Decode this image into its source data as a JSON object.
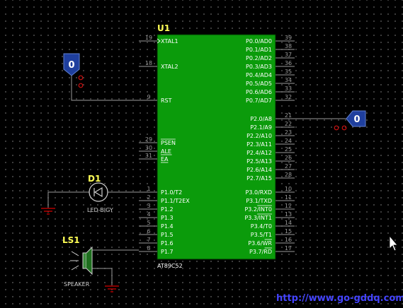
{
  "chip": {
    "ref": "U1",
    "part": "AT89C52",
    "left_pins": [
      {
        "num": "19",
        "name": "XTAL1"
      },
      {
        "num": "18",
        "name": "XTAL2"
      },
      {
        "num": "9",
        "name": "RST"
      },
      {
        "num": "29",
        "name": "PSEN"
      },
      {
        "num": "30",
        "name": "ALE"
      },
      {
        "num": "31",
        "name": "EA"
      },
      {
        "num": "1",
        "name": "P1.0/T2"
      },
      {
        "num": "2",
        "name": "P1.1/T2EX"
      },
      {
        "num": "3",
        "name": "P1.2"
      },
      {
        "num": "4",
        "name": "P1.3"
      },
      {
        "num": "5",
        "name": "P1.4"
      },
      {
        "num": "6",
        "name": "P1.5"
      },
      {
        "num": "7",
        "name": "P1.6"
      },
      {
        "num": "8",
        "name": "P1.7"
      }
    ],
    "right_pins": [
      {
        "num": "39",
        "name": "P0.0/AD0"
      },
      {
        "num": "38",
        "name": "P0.1/AD1"
      },
      {
        "num": "37",
        "name": "P0.2/AD2"
      },
      {
        "num": "36",
        "name": "P0.3/AD3"
      },
      {
        "num": "35",
        "name": "P0.4/AD4"
      },
      {
        "num": "34",
        "name": "P0.5/AD5"
      },
      {
        "num": "33",
        "name": "P0.6/AD6"
      },
      {
        "num": "32",
        "name": "P0.7/AD7"
      },
      {
        "num": "21",
        "name": "P2.0/A8"
      },
      {
        "num": "22",
        "name": "P2.1/A9"
      },
      {
        "num": "23",
        "name": "P2.2/A10"
      },
      {
        "num": "24",
        "name": "P2.3/A11"
      },
      {
        "num": "25",
        "name": "P2.4/A12"
      },
      {
        "num": "26",
        "name": "P2.5/A13"
      },
      {
        "num": "27",
        "name": "P2.6/A14"
      },
      {
        "num": "28",
        "name": "P2.7/A15"
      },
      {
        "num": "10",
        "name": "P3.0/RXD"
      },
      {
        "num": "11",
        "name": "P3.1/TXD"
      },
      {
        "num": "12",
        "name": "P3.2/INT0"
      },
      {
        "num": "13",
        "name": "P3.3/INT1"
      },
      {
        "num": "14",
        "name": "P3.4/T0"
      },
      {
        "num": "15",
        "name": "P3.5/T1"
      },
      {
        "num": "16",
        "name": "P3.6/WR"
      },
      {
        "num": "17",
        "name": "P3.7/RD"
      }
    ]
  },
  "led": {
    "ref": "D1",
    "part": "LED-BIGY"
  },
  "speaker": {
    "ref": "LS1",
    "part": "SPEAKER"
  },
  "logic_state_left": {
    "value": "0"
  },
  "logic_state_right": {
    "value": "0"
  },
  "watermark": "http://www.go-gddq.com",
  "colors": {
    "chip_fill": "#0b9b0b",
    "chip_border": "#003000",
    "wire": "#9a9a9a",
    "label_yellow": "#ffff55",
    "logic_probe": "#1f3f9e",
    "ground": "#b30000",
    "watermark": "#4444ff"
  }
}
